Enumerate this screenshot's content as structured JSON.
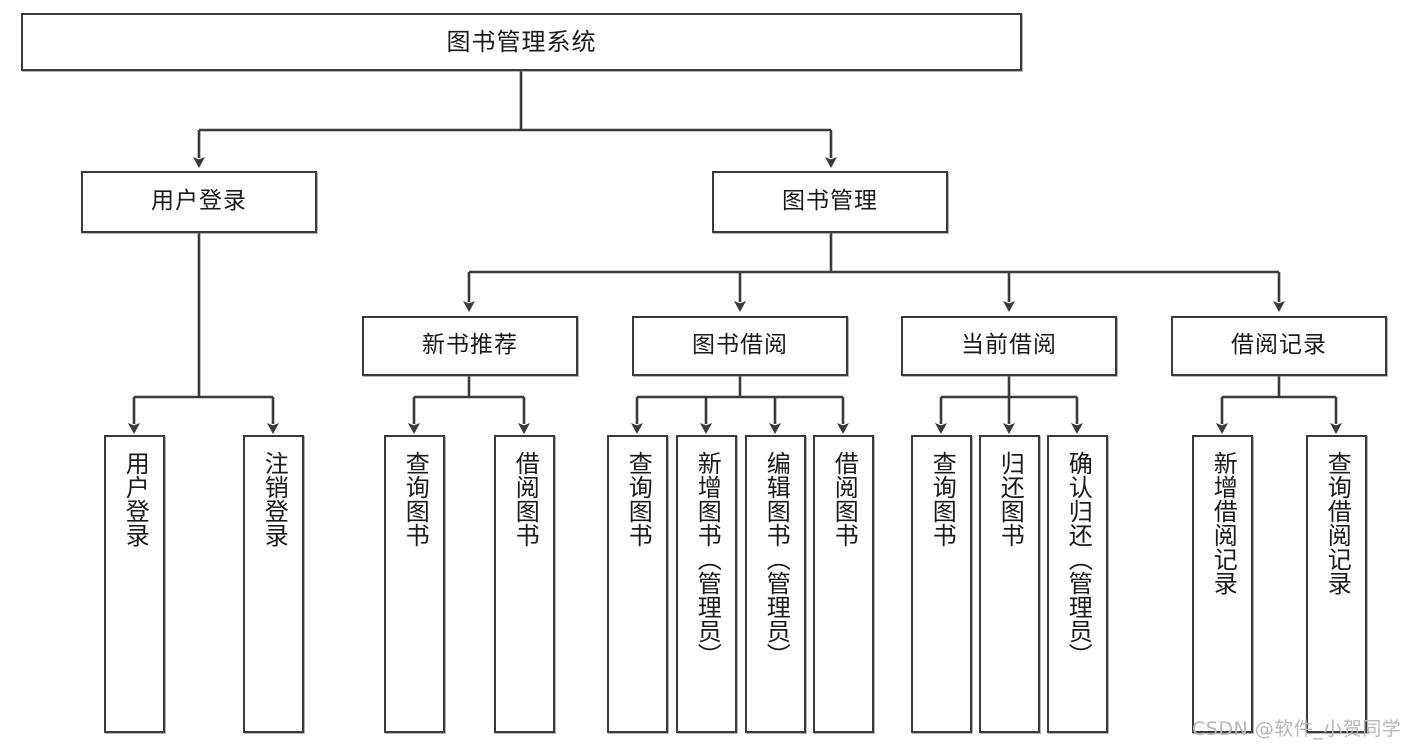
{
  "diagram": {
    "type": "tree",
    "title": "图书管理系统",
    "root": {
      "label": "图书管理系统"
    },
    "level2": [
      {
        "label": "用户登录"
      },
      {
        "label": "图书管理"
      }
    ],
    "level3": [
      {
        "label": "新书推荐"
      },
      {
        "label": "图书借阅"
      },
      {
        "label": "当前借阅"
      },
      {
        "label": "借阅记录"
      }
    ],
    "leaves": {
      "user_login": [
        {
          "label": "用户登录"
        },
        {
          "label": "注销登录"
        }
      ],
      "new_book_recommend": [
        {
          "label": "查询图书"
        },
        {
          "label": "借阅图书"
        }
      ],
      "book_borrow": [
        {
          "label": "查询图书"
        },
        {
          "label": "新增图书（管理员）"
        },
        {
          "label": "编辑图书（管理员）"
        },
        {
          "label": "借阅图书"
        }
      ],
      "current_borrow": [
        {
          "label": "查询图书"
        },
        {
          "label": "归还图书"
        },
        {
          "label": "确认归还（管理员）"
        }
      ],
      "borrow_record": [
        {
          "label": "新增借阅记录"
        },
        {
          "label": "查询借阅记录"
        }
      ]
    }
  },
  "watermark": {
    "text": "CSDN @软件_小贺同学"
  },
  "colors": {
    "stroke": "#3a3a3a",
    "background": "#ffffff",
    "text": "#1a1a1a",
    "watermark": "#b7b7b7"
  }
}
